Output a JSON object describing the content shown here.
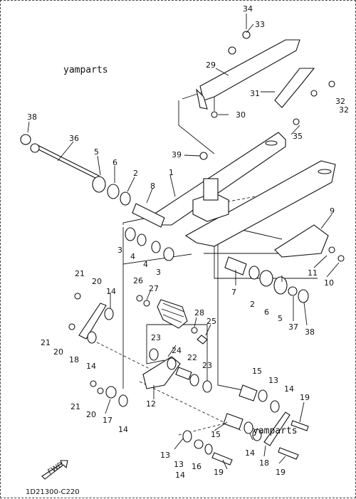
{
  "watermark_top": "yamparts",
  "watermark_bottom": "yamparts",
  "diagram_code": "1D21300-C220",
  "fwd_label": "FWD",
  "labels": [
    "34",
    "33",
    "29",
    "31",
    "32",
    "32",
    "30",
    "35",
    "38",
    "36",
    "5",
    "6",
    "2",
    "39",
    "1",
    "8",
    "9",
    "3",
    "4",
    "4",
    "3",
    "11",
    "10",
    "21",
    "20",
    "14",
    "26",
    "27",
    "7",
    "2",
    "6",
    "5",
    "37",
    "38",
    "28",
    "25",
    "21",
    "20",
    "18",
    "14",
    "23",
    "24",
    "22",
    "23",
    "15",
    "13",
    "14",
    "19",
    "21",
    "20",
    "17",
    "14",
    "12",
    "15",
    "13",
    "14",
    "18",
    "13",
    "16",
    "14",
    "19",
    "19"
  ]
}
